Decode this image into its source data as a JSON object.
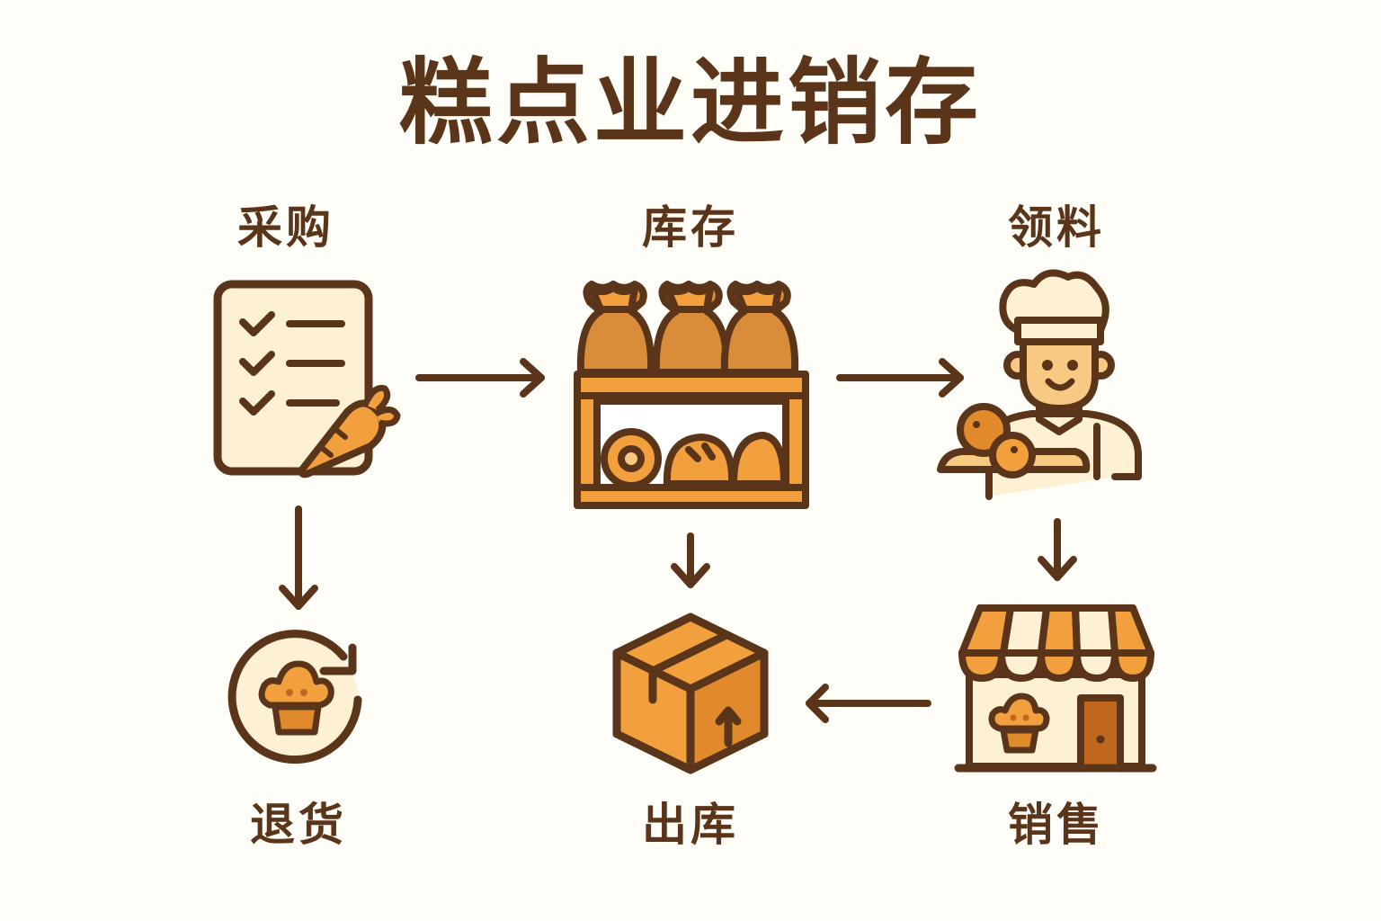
{
  "title": "糕点业进销存",
  "colors": {
    "stroke": "#5b3519",
    "orange": "#f2a03d",
    "dark_orange": "#e08a2c",
    "bag": "#d98c3a",
    "cream": "#fdf0d5",
    "skin": "#f8c983",
    "background": "#fffdf8"
  },
  "nodes": [
    {
      "id": "purchase",
      "label": "采购",
      "icon": "checklist-carrot-icon"
    },
    {
      "id": "inventory",
      "label": "库存",
      "icon": "shelf-bags-bread-icon"
    },
    {
      "id": "requisition",
      "label": "领料",
      "icon": "chef-icon"
    },
    {
      "id": "return",
      "label": "退货",
      "icon": "muffin-return-icon"
    },
    {
      "id": "outbound",
      "label": "出库",
      "icon": "box-icon"
    },
    {
      "id": "sales",
      "label": "销售",
      "icon": "shop-icon"
    }
  ],
  "edges": [
    {
      "from": "purchase",
      "to": "inventory"
    },
    {
      "from": "inventory",
      "to": "requisition"
    },
    {
      "from": "purchase",
      "to": "return"
    },
    {
      "from": "inventory",
      "to": "outbound"
    },
    {
      "from": "requisition",
      "to": "sales"
    },
    {
      "from": "sales",
      "to": "outbound"
    }
  ]
}
